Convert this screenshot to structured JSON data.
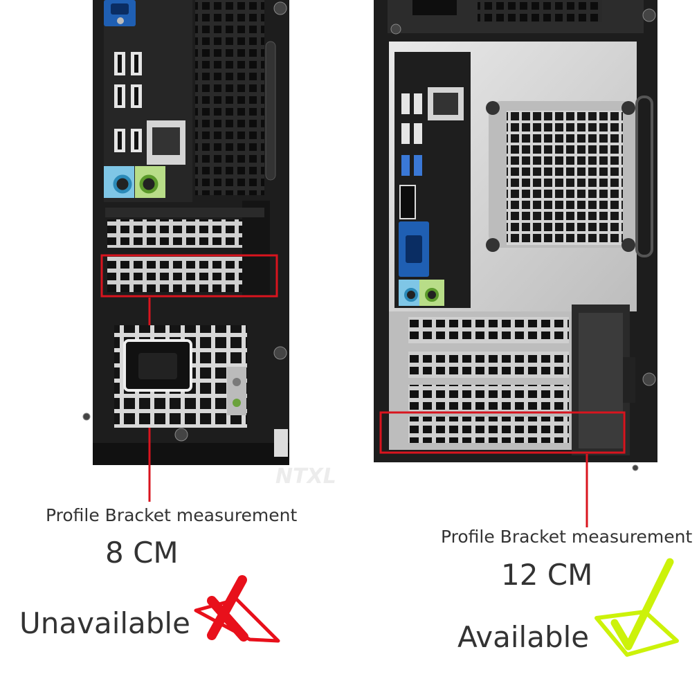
{
  "watermark": "NTXL",
  "left_unit": {
    "caption": "Profile Bracket measurement",
    "size": "8 CM",
    "status": "Unavailable",
    "status_icon": "cross-mark-icon",
    "icon_color": "#e8101b",
    "highlight_color": "#d9141e"
  },
  "right_unit": {
    "caption": "Profile Bracket measurement",
    "size": "12 CM",
    "status": "Available",
    "status_icon": "check-mark-icon",
    "icon_color": "#ccf20a",
    "highlight_color": "#d9141e"
  }
}
